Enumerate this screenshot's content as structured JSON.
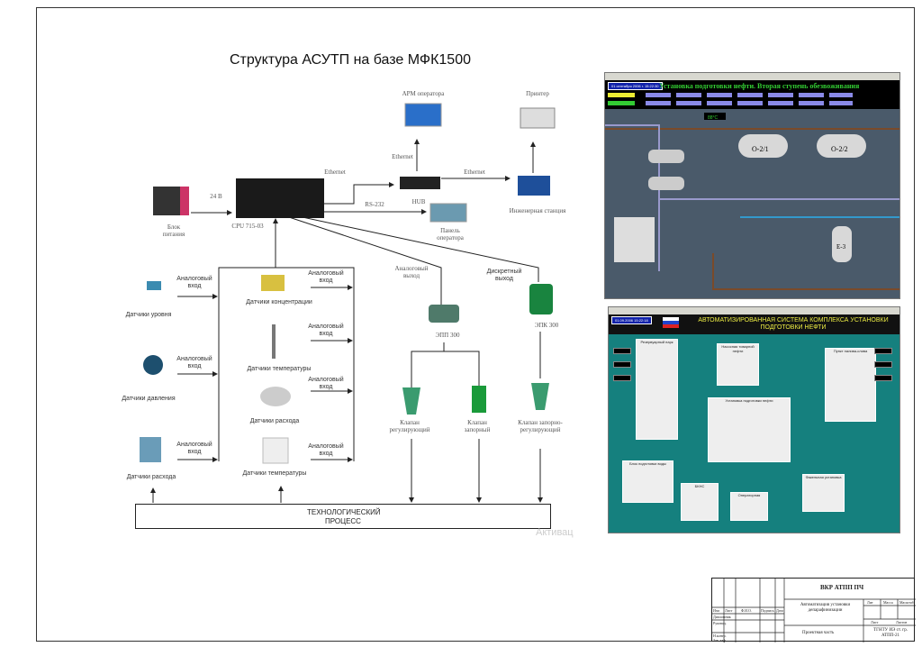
{
  "title": "Структура АСУТП на базе МФК1500",
  "diagram": {
    "top": {
      "operator_ws": "АРМ оператора",
      "printer": "Принтер",
      "ethernet": "Ethernet",
      "power_supply": "Блок питания",
      "voltage": "24 В",
      "cpu": "CPU 715-03",
      "rs232": "RS-232",
      "hub": "HUB",
      "operator_panel": "Панель оператора",
      "engineering_station": "Инженерная станция"
    },
    "analog_input": "Аналоговый вход",
    "analog_output": "Аналоговый выход",
    "discrete_output": "Дискретный выход",
    "left_sensors": [
      "Датчики уровня",
      "Датчики давления",
      "Датчики расхода"
    ],
    "middle_sensors": [
      "Датчики концентрации",
      "Датчики температуры",
      "Датчики расхода",
      "Датчики температуры"
    ],
    "epp": "ЭПП 300",
    "epk": "ЭПК 300",
    "valves": [
      "Клапан регулирующий",
      "Клапан запорный",
      "Клапан запорно-регулирующий"
    ],
    "process": "ТЕХНОЛОГИЧЕСКИЙ ПРОЦЕСС",
    "watermark": "Активац"
  },
  "scada1": {
    "date": "01 сентября 2006 г. 15:22:30",
    "title": "Установка подготовки нефти. Вторая ступень обезвоживания",
    "vessels": [
      "О-2/1",
      "О-2/2"
    ],
    "tank": "Е-3",
    "temp": "88°C"
  },
  "scada2": {
    "date": "01.09.2006 15:22:18",
    "title": "АВТОМАТИЗИРОВАННАЯ СИСТЕМА КОМПЛЕКСА УСТАНОВКИ ПОДГОТОВКИ НЕФТИ",
    "panels": [
      "Резервуарный парк",
      "Насосная товарной нефти",
      "Пункт налива-слива",
      "Установка подготовки нефти",
      "Блок подготовки воды",
      "БКНС",
      "Операторная",
      "Факельная установка"
    ]
  },
  "title_block": {
    "project": "ВКР АТПП ПЧ",
    "topic": "Автоматизация установки депарафинизации",
    "section": "Проектная часть",
    "org": "ТГНТУ ИЭ ст. гр. АТПП-21",
    "cols": [
      "Изм",
      "Лист",
      "Ф.И.О.",
      "Подпись",
      "Дата"
    ],
    "roles": [
      "Дипломник",
      "Руковод.",
      "Н.контр.",
      "Зав. каф."
    ],
    "meta": [
      "Лит",
      "Масса",
      "Масштаб",
      "Лист",
      "Листов"
    ]
  },
  "colors": {
    "scada1_bg": "#4a5a6a",
    "scada2_bg": "#15807e",
    "accent_green": "#33cc33"
  }
}
